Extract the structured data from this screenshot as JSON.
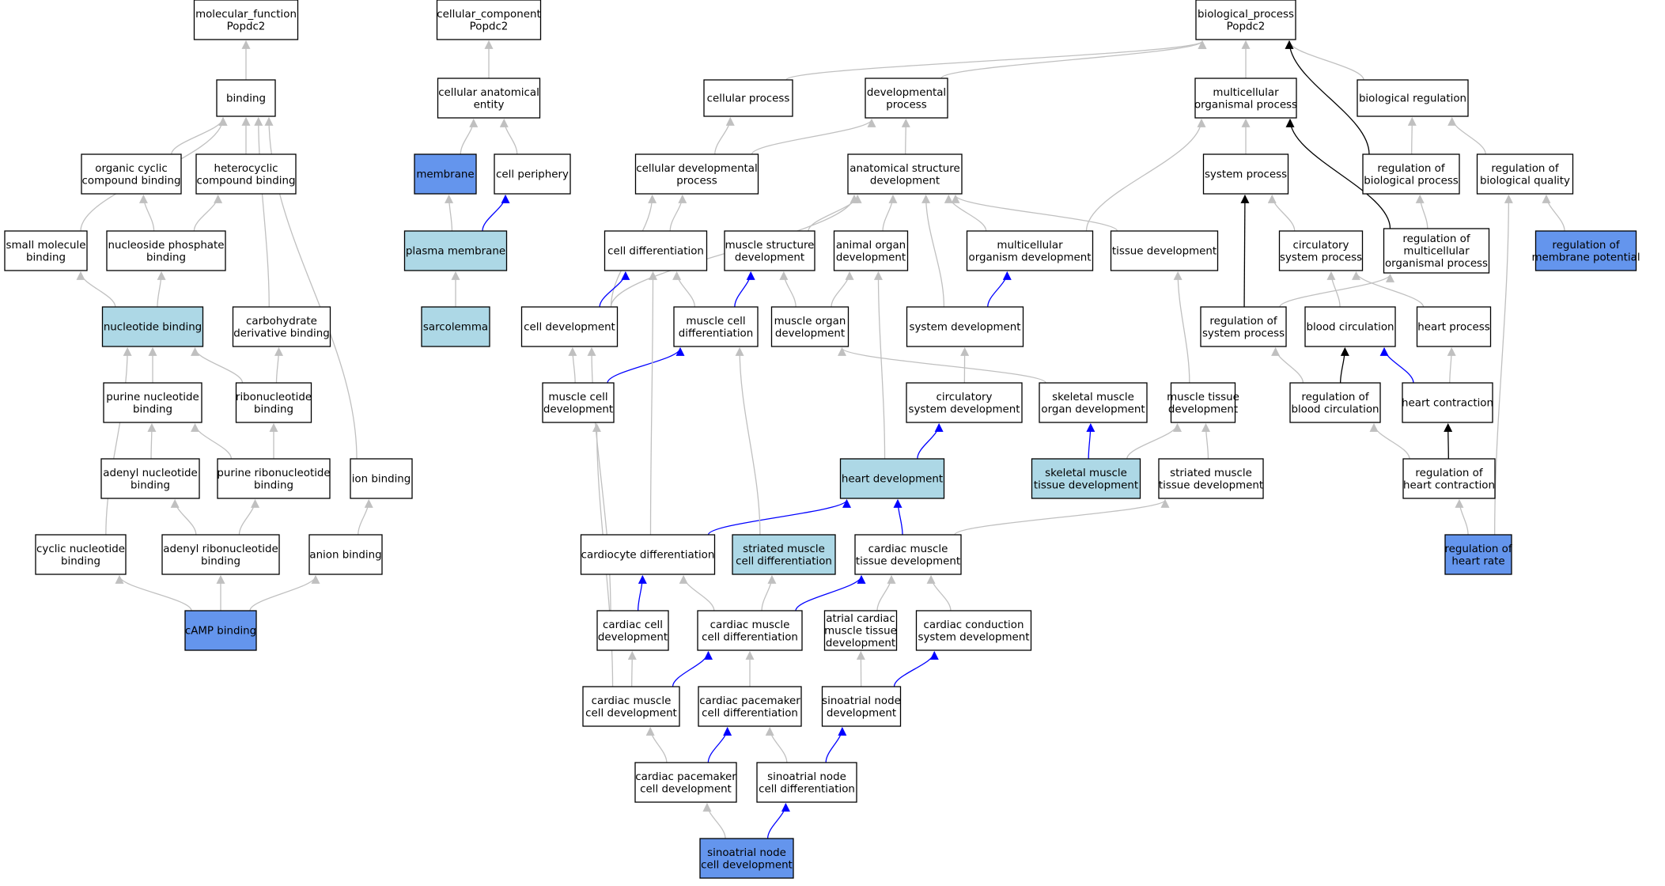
{
  "colors": {
    "white": "#ffffff",
    "light": "#add8e6",
    "dark": "#6495ed",
    "edge_gray": "#c0c0c0",
    "edge_blue": "#0000ff",
    "edge_black": "#000000"
  },
  "nodes": [
    {
      "id": "mf",
      "lines": [
        "molecular_function",
        "Popdc2"
      ],
      "fill": "white"
    },
    {
      "id": "cc",
      "lines": [
        "cellular_component",
        "Popdc2"
      ],
      "fill": "white"
    },
    {
      "id": "bp",
      "lines": [
        "biological_process",
        "Popdc2"
      ],
      "fill": "white"
    },
    {
      "id": "binding",
      "lines": [
        "binding"
      ],
      "fill": "white"
    },
    {
      "id": "cae",
      "lines": [
        "cellular anatomical",
        "entity"
      ],
      "fill": "white"
    },
    {
      "id": "cellproc",
      "lines": [
        "cellular process"
      ],
      "fill": "white"
    },
    {
      "id": "devproc",
      "lines": [
        "developmental",
        "process"
      ],
      "fill": "white"
    },
    {
      "id": "mop",
      "lines": [
        "multicellular",
        "organismal process"
      ],
      "fill": "white"
    },
    {
      "id": "bioreg",
      "lines": [
        "biological regulation"
      ],
      "fill": "white"
    },
    {
      "id": "occb",
      "lines": [
        "organic cyclic",
        "compound binding"
      ],
      "fill": "white"
    },
    {
      "id": "hccb",
      "lines": [
        "heterocyclic",
        "compound binding"
      ],
      "fill": "white"
    },
    {
      "id": "membrane",
      "lines": [
        "membrane"
      ],
      "fill": "dark"
    },
    {
      "id": "cellper",
      "lines": [
        "cell periphery"
      ],
      "fill": "white"
    },
    {
      "id": "cdp",
      "lines": [
        "cellular developmental",
        "process"
      ],
      "fill": "white"
    },
    {
      "id": "asd",
      "lines": [
        "anatomical structure",
        "development"
      ],
      "fill": "white"
    },
    {
      "id": "sysproc",
      "lines": [
        "system process"
      ],
      "fill": "white"
    },
    {
      "id": "regbp",
      "lines": [
        "regulation of",
        "biological process"
      ],
      "fill": "white"
    },
    {
      "id": "regbq",
      "lines": [
        "regulation of",
        "biological quality"
      ],
      "fill": "white"
    },
    {
      "id": "smb",
      "lines": [
        "small molecule",
        "binding"
      ],
      "fill": "white"
    },
    {
      "id": "npb",
      "lines": [
        "nucleoside phosphate",
        "binding"
      ],
      "fill": "white"
    },
    {
      "id": "pm",
      "lines": [
        "plasma membrane"
      ],
      "fill": "light"
    },
    {
      "id": "celldiff",
      "lines": [
        "cell differentiation"
      ],
      "fill": "white"
    },
    {
      "id": "msd",
      "lines": [
        "muscle structure",
        "development"
      ],
      "fill": "white"
    },
    {
      "id": "aod",
      "lines": [
        "animal organ",
        "development"
      ],
      "fill": "white"
    },
    {
      "id": "mod",
      "lines": [
        "multicellular",
        "organism development"
      ],
      "fill": "white"
    },
    {
      "id": "tissdev",
      "lines": [
        "tissue development"
      ],
      "fill": "white"
    },
    {
      "id": "circsp",
      "lines": [
        "circulatory",
        "system process"
      ],
      "fill": "white"
    },
    {
      "id": "regmop",
      "lines": [
        "regulation of",
        "multicellular",
        "organismal process"
      ],
      "fill": "white"
    },
    {
      "id": "regmp",
      "lines": [
        "regulation of",
        "membrane potential"
      ],
      "fill": "dark"
    },
    {
      "id": "nb",
      "lines": [
        "nucleotide binding"
      ],
      "fill": "light"
    },
    {
      "id": "cdb",
      "lines": [
        "carbohydrate",
        "derivative binding"
      ],
      "fill": "white"
    },
    {
      "id": "sarco",
      "lines": [
        "sarcolemma"
      ],
      "fill": "light"
    },
    {
      "id": "celldev",
      "lines": [
        "cell development"
      ],
      "fill": "white"
    },
    {
      "id": "mcdiff",
      "lines": [
        "muscle cell",
        "differentiation"
      ],
      "fill": "white"
    },
    {
      "id": "mordev",
      "lines": [
        "muscle organ",
        "development"
      ],
      "fill": "white"
    },
    {
      "id": "sysdev",
      "lines": [
        "system development"
      ],
      "fill": "white"
    },
    {
      "id": "regsp",
      "lines": [
        "regulation of",
        "system process"
      ],
      "fill": "white"
    },
    {
      "id": "bloodcirc",
      "lines": [
        "blood circulation"
      ],
      "fill": "white"
    },
    {
      "id": "heartproc",
      "lines": [
        "heart process"
      ],
      "fill": "white"
    },
    {
      "id": "pnb",
      "lines": [
        "purine nucleotide",
        "binding"
      ],
      "fill": "white"
    },
    {
      "id": "rnb",
      "lines": [
        "ribonucleotide",
        "binding"
      ],
      "fill": "white"
    },
    {
      "id": "mcdev",
      "lines": [
        "muscle cell",
        "development"
      ],
      "fill": "white"
    },
    {
      "id": "circsd",
      "lines": [
        "circulatory",
        "system development"
      ],
      "fill": "white"
    },
    {
      "id": "smod",
      "lines": [
        "skeletal muscle",
        "organ development"
      ],
      "fill": "white"
    },
    {
      "id": "mtd",
      "lines": [
        "muscle tissue",
        "development"
      ],
      "fill": "white"
    },
    {
      "id": "regbc",
      "lines": [
        "regulation of",
        "blood circulation"
      ],
      "fill": "white"
    },
    {
      "id": "heartcon",
      "lines": [
        "heart contraction"
      ],
      "fill": "white"
    },
    {
      "id": "anb",
      "lines": [
        "adenyl nucleotide",
        "binding"
      ],
      "fill": "white"
    },
    {
      "id": "prnb",
      "lines": [
        "purine ribonucleotide",
        "binding"
      ],
      "fill": "white"
    },
    {
      "id": "ionb",
      "lines": [
        "ion binding"
      ],
      "fill": "white"
    },
    {
      "id": "heartdev",
      "lines": [
        "heart development"
      ],
      "fill": "light"
    },
    {
      "id": "smtd",
      "lines": [
        "skeletal muscle",
        "tissue development"
      ],
      "fill": "light"
    },
    {
      "id": "stmtd",
      "lines": [
        "striated muscle",
        "tissue development"
      ],
      "fill": "white"
    },
    {
      "id": "reghc",
      "lines": [
        "regulation of",
        "heart contraction"
      ],
      "fill": "white"
    },
    {
      "id": "cnb",
      "lines": [
        "cyclic nucleotide",
        "binding"
      ],
      "fill": "white"
    },
    {
      "id": "arnb",
      "lines": [
        "adenyl ribonucleotide",
        "binding"
      ],
      "fill": "white"
    },
    {
      "id": "anionb",
      "lines": [
        "anion binding"
      ],
      "fill": "white"
    },
    {
      "id": "cardiodiff",
      "lines": [
        "cardiocyte differentiation"
      ],
      "fill": "white"
    },
    {
      "id": "smcd",
      "lines": [
        "striated muscle",
        "cell differentiation"
      ],
      "fill": "light"
    },
    {
      "id": "cmtd",
      "lines": [
        "cardiac muscle",
        "tissue development"
      ],
      "fill": "white"
    },
    {
      "id": "reghr",
      "lines": [
        "regulation of",
        "heart rate"
      ],
      "fill": "dark"
    },
    {
      "id": "camp",
      "lines": [
        "cAMP binding"
      ],
      "fill": "dark"
    },
    {
      "id": "ccdev",
      "lines": [
        "cardiac cell",
        "development"
      ],
      "fill": "white"
    },
    {
      "id": "cmcdiff",
      "lines": [
        "cardiac muscle",
        "cell differentiation"
      ],
      "fill": "white"
    },
    {
      "id": "acmtd",
      "lines": [
        "atrial cardiac",
        "muscle tissue",
        "development"
      ],
      "fill": "white"
    },
    {
      "id": "ccsd",
      "lines": [
        "cardiac conduction",
        "system development"
      ],
      "fill": "white"
    },
    {
      "id": "cmcdev",
      "lines": [
        "cardiac muscle",
        "cell development"
      ],
      "fill": "white"
    },
    {
      "id": "cpcdiff",
      "lines": [
        "cardiac pacemaker",
        "cell differentiation"
      ],
      "fill": "white"
    },
    {
      "id": "sand",
      "lines": [
        "sinoatrial node",
        "development"
      ],
      "fill": "white"
    },
    {
      "id": "cpcdev",
      "lines": [
        "cardiac pacemaker",
        "cell development"
      ],
      "fill": "white"
    },
    {
      "id": "sancdiff",
      "lines": [
        "sinoatrial node",
        "cell differentiation"
      ],
      "fill": "white"
    },
    {
      "id": "sancdev",
      "lines": [
        "sinoatrial node",
        "cell development"
      ],
      "fill": "dark"
    }
  ],
  "edges": [
    {
      "from": "binding",
      "to": "mf",
      "color": "gray"
    },
    {
      "from": "cae",
      "to": "cc",
      "color": "gray"
    },
    {
      "from": "cellproc",
      "to": "bp",
      "color": "gray"
    },
    {
      "from": "devproc",
      "to": "bp",
      "color": "gray"
    },
    {
      "from": "mop",
      "to": "bp",
      "color": "gray"
    },
    {
      "from": "bioreg",
      "to": "bp",
      "color": "gray"
    },
    {
      "from": "regbp",
      "to": "bp",
      "color": "black"
    },
    {
      "from": "occb",
      "to": "binding",
      "color": "gray"
    },
    {
      "from": "hccb",
      "to": "binding",
      "color": "gray"
    },
    {
      "from": "smb",
      "to": "binding",
      "color": "gray"
    },
    {
      "from": "cdb",
      "to": "binding",
      "color": "gray"
    },
    {
      "from": "ionb",
      "to": "binding",
      "color": "gray"
    },
    {
      "from": "membrane",
      "to": "cae",
      "color": "gray"
    },
    {
      "from": "cellper",
      "to": "cae",
      "color": "gray"
    },
    {
      "from": "cdp",
      "to": "cellproc",
      "color": "gray"
    },
    {
      "from": "cdp",
      "to": "devproc",
      "color": "gray"
    },
    {
      "from": "asd",
      "to": "devproc",
      "color": "gray"
    },
    {
      "from": "sysproc",
      "to": "mop",
      "color": "gray"
    },
    {
      "from": "mod",
      "to": "mop",
      "color": "gray"
    },
    {
      "from": "regmop",
      "to": "mop",
      "color": "black"
    },
    {
      "from": "regbp",
      "to": "bioreg",
      "color": "gray"
    },
    {
      "from": "regbq",
      "to": "bioreg",
      "color": "gray"
    },
    {
      "from": "npb",
      "to": "occb",
      "color": "gray"
    },
    {
      "from": "npb",
      "to": "hccb",
      "color": "gray"
    },
    {
      "from": "pm",
      "to": "membrane",
      "color": "gray"
    },
    {
      "from": "pm",
      "to": "cellper",
      "color": "blue"
    },
    {
      "from": "celldev",
      "to": "cdp",
      "color": "gray"
    },
    {
      "from": "celldiff",
      "to": "cdp",
      "color": "gray"
    },
    {
      "from": "celldev",
      "to": "asd",
      "color": "gray"
    },
    {
      "from": "msd",
      "to": "asd",
      "color": "gray"
    },
    {
      "from": "aod",
      "to": "asd",
      "color": "gray"
    },
    {
      "from": "mod",
      "to": "asd",
      "color": "gray"
    },
    {
      "from": "tissdev",
      "to": "asd",
      "color": "gray"
    },
    {
      "from": "sysdev",
      "to": "asd",
      "color": "gray"
    },
    {
      "from": "regsp",
      "to": "sysproc",
      "color": "black"
    },
    {
      "from": "circsp",
      "to": "sysproc",
      "color": "gray"
    },
    {
      "from": "regmop",
      "to": "regbp",
      "color": "gray"
    },
    {
      "from": "regmp",
      "to": "regbq",
      "color": "gray"
    },
    {
      "from": "reghr",
      "to": "regbq",
      "color": "gray"
    },
    {
      "from": "nb",
      "to": "smb",
      "color": "gray"
    },
    {
      "from": "nb",
      "to": "npb",
      "color": "gray"
    },
    {
      "from": "sarco",
      "to": "pm",
      "color": "gray"
    },
    {
      "from": "celldev",
      "to": "celldiff",
      "color": "blue"
    },
    {
      "from": "mcdiff",
      "to": "celldiff",
      "color": "gray"
    },
    {
      "from": "mcdiff",
      "to": "msd",
      "color": "blue"
    },
    {
      "from": "mordev",
      "to": "msd",
      "color": "gray"
    },
    {
      "from": "mordev",
      "to": "aod",
      "color": "gray"
    },
    {
      "from": "sysdev",
      "to": "mod",
      "color": "blue"
    },
    {
      "from": "mtd",
      "to": "tissdev",
      "color": "gray"
    },
    {
      "from": "bloodcirc",
      "to": "circsp",
      "color": "gray"
    },
    {
      "from": "heartproc",
      "to": "circsp",
      "color": "gray"
    },
    {
      "from": "regsp",
      "to": "regmop",
      "color": "gray"
    },
    {
      "from": "pnb",
      "to": "nb",
      "color": "gray"
    },
    {
      "from": "rnb",
      "to": "nb",
      "color": "gray"
    },
    {
      "from": "cnb",
      "to": "nb",
      "color": "gray"
    },
    {
      "from": "rnb",
      "to": "cdb",
      "color": "gray"
    },
    {
      "from": "mcdev",
      "to": "celldev",
      "color": "gray"
    },
    {
      "from": "ccdev",
      "to": "celldev",
      "color": "gray"
    },
    {
      "from": "mcdev",
      "to": "mcdiff",
      "color": "blue"
    },
    {
      "from": "smod",
      "to": "mordev",
      "color": "gray"
    },
    {
      "from": "circsd",
      "to": "sysdev",
      "color": "gray"
    },
    {
      "from": "regbc",
      "to": "regsp",
      "color": "gray"
    },
    {
      "from": "regbc",
      "to": "bloodcirc",
      "color": "black"
    },
    {
      "from": "heartcon",
      "to": "bloodcirc",
      "color": "blue"
    },
    {
      "from": "heartcon",
      "to": "heartproc",
      "color": "gray"
    },
    {
      "from": "anb",
      "to": "pnb",
      "color": "gray"
    },
    {
      "from": "prnb",
      "to": "pnb",
      "color": "gray"
    },
    {
      "from": "prnb",
      "to": "rnb",
      "color": "gray"
    },
    {
      "from": "cmcdev",
      "to": "mcdev",
      "color": "gray"
    },
    {
      "from": "heartdev",
      "to": "circsd",
      "color": "blue"
    },
    {
      "from": "smtd",
      "to": "smod",
      "color": "blue"
    },
    {
      "from": "smtd",
      "to": "mtd",
      "color": "gray"
    },
    {
      "from": "stmtd",
      "to": "mtd",
      "color": "gray"
    },
    {
      "from": "reghc",
      "to": "regbc",
      "color": "gray"
    },
    {
      "from": "reghc",
      "to": "heartcon",
      "color": "black"
    },
    {
      "from": "arnb",
      "to": "anb",
      "color": "gray"
    },
    {
      "from": "arnb",
      "to": "prnb",
      "color": "gray"
    },
    {
      "from": "anionb",
      "to": "ionb",
      "color": "gray"
    },
    {
      "from": "heartdev",
      "to": "aod",
      "color": "gray"
    },
    {
      "from": "cardiodiff",
      "to": "heartdev",
      "color": "blue"
    },
    {
      "from": "cmtd",
      "to": "heartdev",
      "color": "blue"
    },
    {
      "from": "cmtd",
      "to": "stmtd",
      "color": "gray"
    },
    {
      "from": "reghr",
      "to": "reghc",
      "color": "gray"
    },
    {
      "from": "camp",
      "to": "cnb",
      "color": "gray"
    },
    {
      "from": "camp",
      "to": "arnb",
      "color": "gray"
    },
    {
      "from": "camp",
      "to": "anionb",
      "color": "gray"
    },
    {
      "from": "cardiodiff",
      "to": "celldiff",
      "color": "gray"
    },
    {
      "from": "smcd",
      "to": "mcdiff",
      "color": "gray"
    },
    {
      "from": "ccdev",
      "to": "cardiodiff",
      "color": "blue"
    },
    {
      "from": "cmcdiff",
      "to": "cardiodiff",
      "color": "gray"
    },
    {
      "from": "cmcdiff",
      "to": "smcd",
      "color": "gray"
    },
    {
      "from": "cmcdiff",
      "to": "cmtd",
      "color": "blue"
    },
    {
      "from": "acmtd",
      "to": "cmtd",
      "color": "gray"
    },
    {
      "from": "ccsd",
      "to": "cmtd",
      "color": "gray"
    },
    {
      "from": "cmcdev",
      "to": "ccdev",
      "color": "gray"
    },
    {
      "from": "cmcdev",
      "to": "cmcdiff",
      "color": "blue"
    },
    {
      "from": "cpcdiff",
      "to": "cmcdiff",
      "color": "gray"
    },
    {
      "from": "sand",
      "to": "acmtd",
      "color": "gray"
    },
    {
      "from": "sand",
      "to": "ccsd",
      "color": "blue"
    },
    {
      "from": "cpcdev",
      "to": "cmcdev",
      "color": "gray"
    },
    {
      "from": "cpcdev",
      "to": "cpcdiff",
      "color": "blue"
    },
    {
      "from": "sancdiff",
      "to": "cpcdiff",
      "color": "gray"
    },
    {
      "from": "sancdiff",
      "to": "sand",
      "color": "blue"
    },
    {
      "from": "sancdev",
      "to": "cpcdev",
      "color": "gray"
    },
    {
      "from": "sancdev",
      "to": "sancdiff",
      "color": "blue"
    }
  ]
}
